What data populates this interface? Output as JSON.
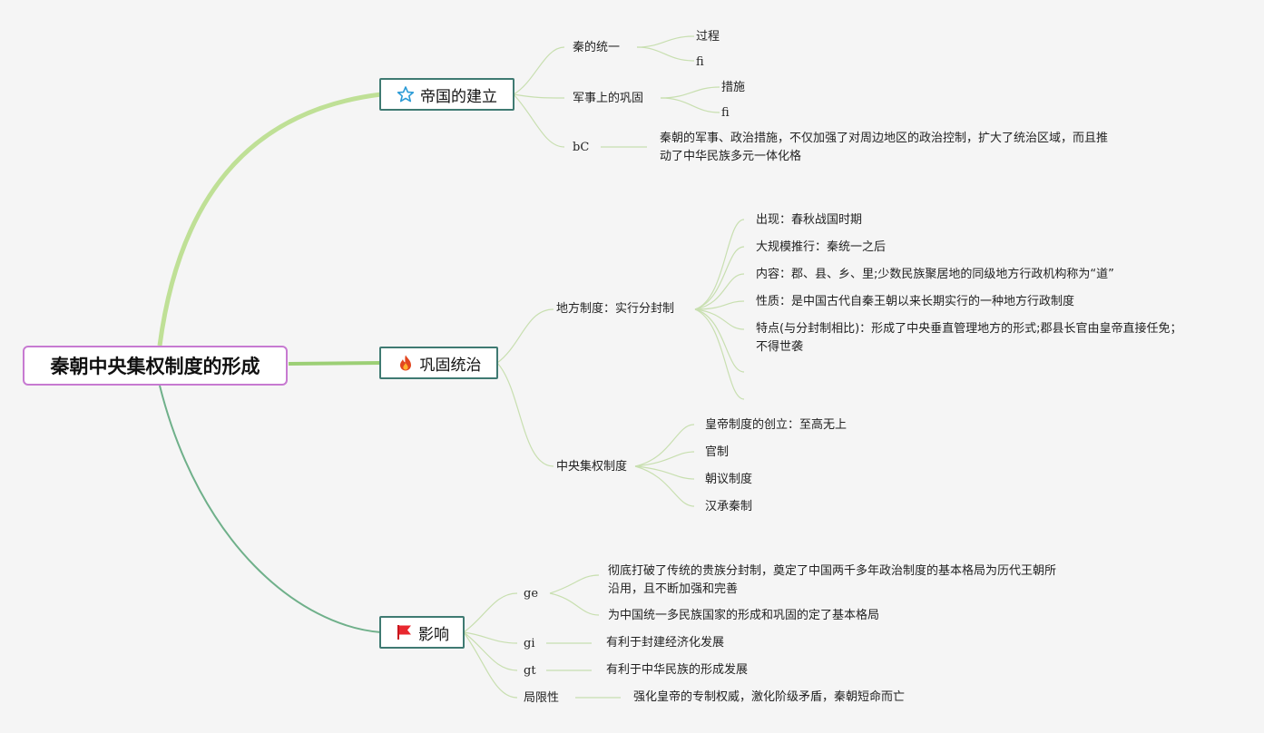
{
  "root": {
    "label": "秦朝中央集权制度的形成"
  },
  "icons": {
    "star": "star-icon",
    "fire": "fire-icon",
    "flag": "flag-icon"
  },
  "colors": {
    "root_border": "#c77ad1",
    "topic_border": "#3f7a72",
    "branch_light": "#bfe096",
    "branch_mid": "#9ccf75",
    "branch_dark": "#6fb08a",
    "twig": "#c8dfb0",
    "background": "#f5f5f5"
  },
  "branches": [
    {
      "label": "帝国的建立",
      "children": [
        {
          "label": "秦的统一",
          "children": [
            "过程",
            "fi"
          ]
        },
        {
          "label": "军事上的巩固",
          "children": [
            "措施",
            "fi"
          ]
        },
        {
          "label": "bC",
          "children": [
            "秦朝的军事、政治措施，不仅加强了对周边地区的政治控制，扩大了统治区域，而且推动了中华民族多元一体化格"
          ]
        }
      ]
    },
    {
      "label": "巩固统治",
      "children": [
        {
          "label": "地方制度：实行分封制",
          "children": [
            "出现：春秋战国时期",
            "大规模推行：秦统一之后",
            "内容：郡、县、乡、里;少数民族聚居地的同级地方行政机构称为“道”",
            "性质：是中国古代自秦王朝以来长期实行的一种地方行政制度",
            "特点(与分封制相比)：形成了中央垂直管理地方的形式;郡县长官由皇帝直接任免；不得世袭",
            "",
            ""
          ]
        },
        {
          "label": "中央集权制度",
          "children": [
            "皇帝制度的创立：至高无上",
            "官制",
            "朝议制度",
            "汉承秦制"
          ]
        }
      ]
    },
    {
      "label": "影响",
      "children": [
        {
          "label": "ge",
          "children": [
            "彻底打破了传统的贵族分封制，奠定了中国两千多年政治制度的基本格局为历代王朝所沿用，且不断加强和完善",
            "为中国统一多民族国家的形成和巩固的定了基本格局"
          ]
        },
        {
          "label": "gi",
          "children": [
            "有利于封建经济化发展"
          ]
        },
        {
          "label": "gt",
          "children": [
            "有利于中华民族的形成发展"
          ]
        },
        {
          "label": "局限性",
          "children": [
            "强化皇帝的专制权威，激化阶级矛盾，秦朝短命而亡"
          ]
        }
      ]
    }
  ]
}
